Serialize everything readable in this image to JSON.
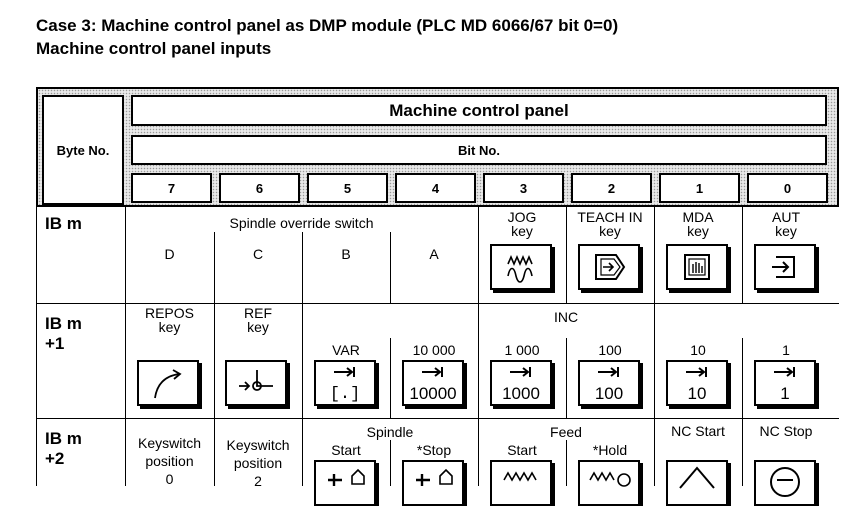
{
  "header": {
    "title": "Case 3: Machine control panel as DMP module (PLC MD 6066/67 bit 0=0)",
    "subtitle": "Machine control panel inputs"
  },
  "table": {
    "byte_no_label": "Byte No.",
    "panel_title": "Machine control panel",
    "bit_no_label": "Bit No.",
    "bits": [
      "7",
      "6",
      "5",
      "4",
      "3",
      "2",
      "1",
      "0"
    ],
    "row0": {
      "label": "IB m",
      "override_title": "Spindle override switch",
      "override_positions": [
        "D",
        "C",
        "B",
        "A"
      ],
      "jog": "JOG\nkey",
      "teach": "TEACH IN\nkey",
      "mda": "MDA\nkey",
      "aut": "AUT\nkey"
    },
    "row1": {
      "label": "IB m\n+1",
      "repos": "REPOS\nkey",
      "ref": "REF\nkey",
      "inc_title": "INC",
      "inc_labels": [
        "VAR",
        "10 000",
        "1 000",
        "100",
        "10",
        "1"
      ],
      "inc_key_texts": [
        "[.]",
        "10000",
        "1000",
        "100",
        "10",
        "1"
      ]
    },
    "row2": {
      "label": "IB m\n+2",
      "key0": "Keyswitch\nposition\n0",
      "key2": "Keyswitch\nposition\n2",
      "spindle_title": "Spindle",
      "spindle_start": "Start",
      "spindle_stop": "*Stop",
      "feed_title": "Feed",
      "feed_start": "Start",
      "feed_hold": "*Hold",
      "nc_start": "NC Start",
      "nc_stop": "NC Stop"
    }
  }
}
